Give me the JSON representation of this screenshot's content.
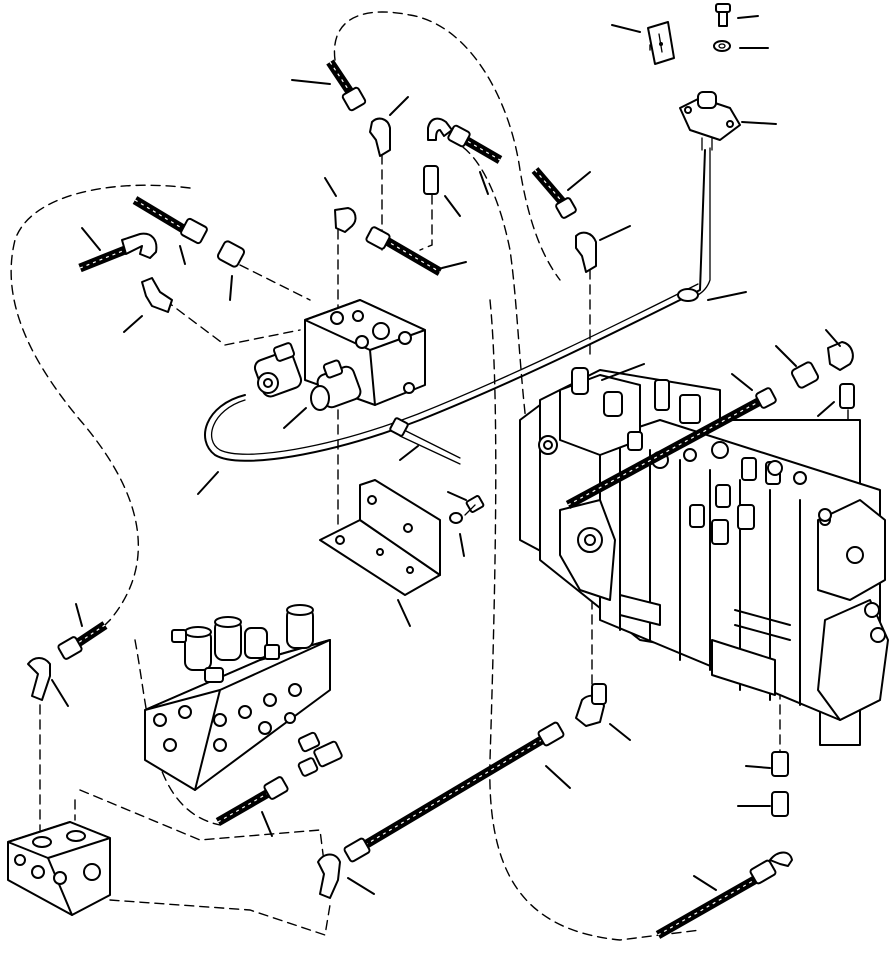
{
  "diagram": {
    "colors": {
      "ink": "#000000",
      "paper": "#ffffff"
    },
    "components": [
      "control-valve-assembly",
      "solenoid-valve-block",
      "multi-solenoid-valve-block",
      "manifold-block",
      "mounting-bracket",
      "pressure-switch",
      "decal",
      "hydraulic-hoses",
      "fittings",
      "wire-harness"
    ]
  }
}
